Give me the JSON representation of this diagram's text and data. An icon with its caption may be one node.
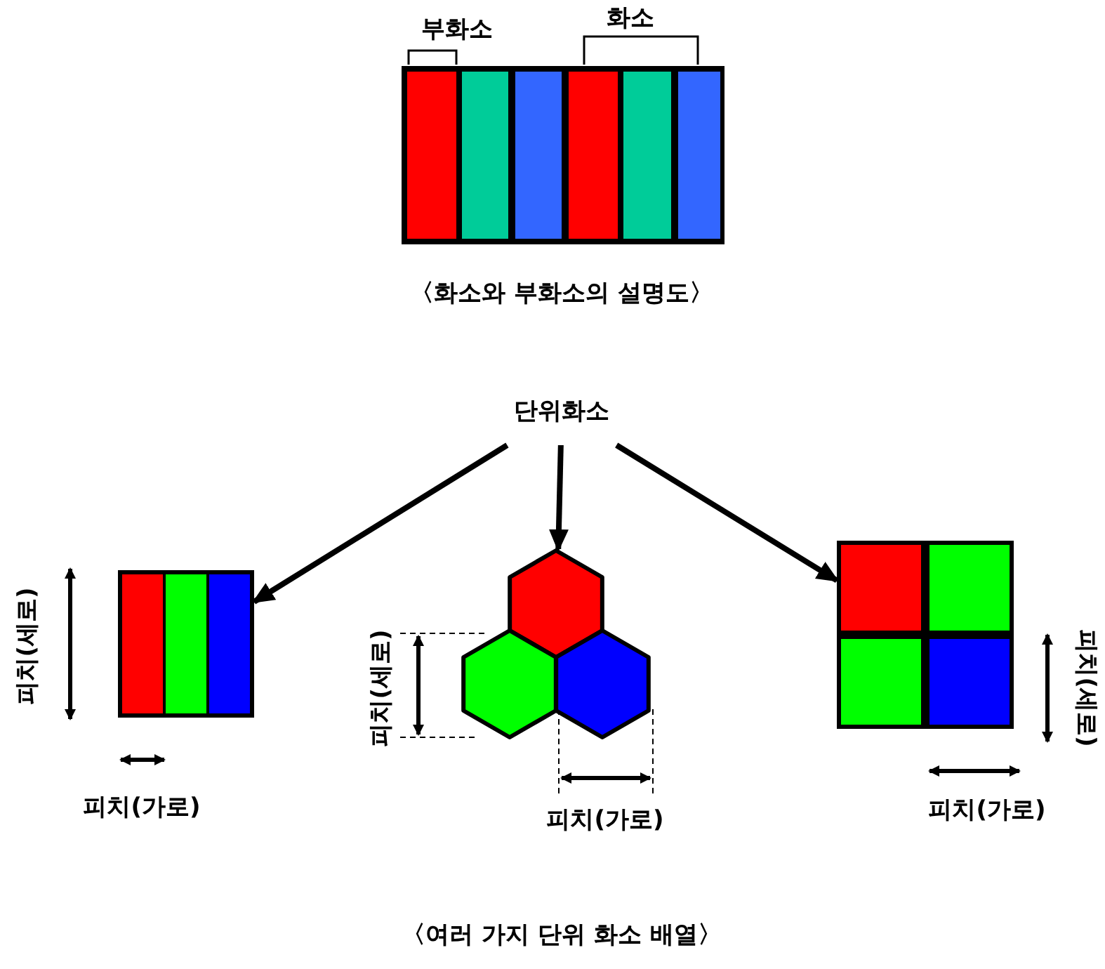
{
  "diagram": {
    "nodes": [
      {
        "text": [
          "단위화소"
        ]
      },
      {
        "text": [],
        "shape": "box"
      },
      {
        "text": [],
        "shape": "picture"
      },
      {
        "text": [],
        "shape": "box"
      }
    ],
    "edges": [
      {
        "from": 0,
        "to": 1,
        "arrow": "to"
      },
      {
        "from": 0,
        "to": 2,
        "arrow": "to"
      },
      {
        "from": 0,
        "to": 3,
        "arrow": "to"
      }
    ],
    "labels": [
      "부화소",
      "화소",
      "〈화소와 부화소의 설명도〉",
      "피치(세로)",
      "피치(가로)",
      "피치(세로)",
      "피치(가로)",
      "피치(세로)",
      "피치(가로)",
      "〈여러 가지 단위 화소 배열〉"
    ]
  }
}
